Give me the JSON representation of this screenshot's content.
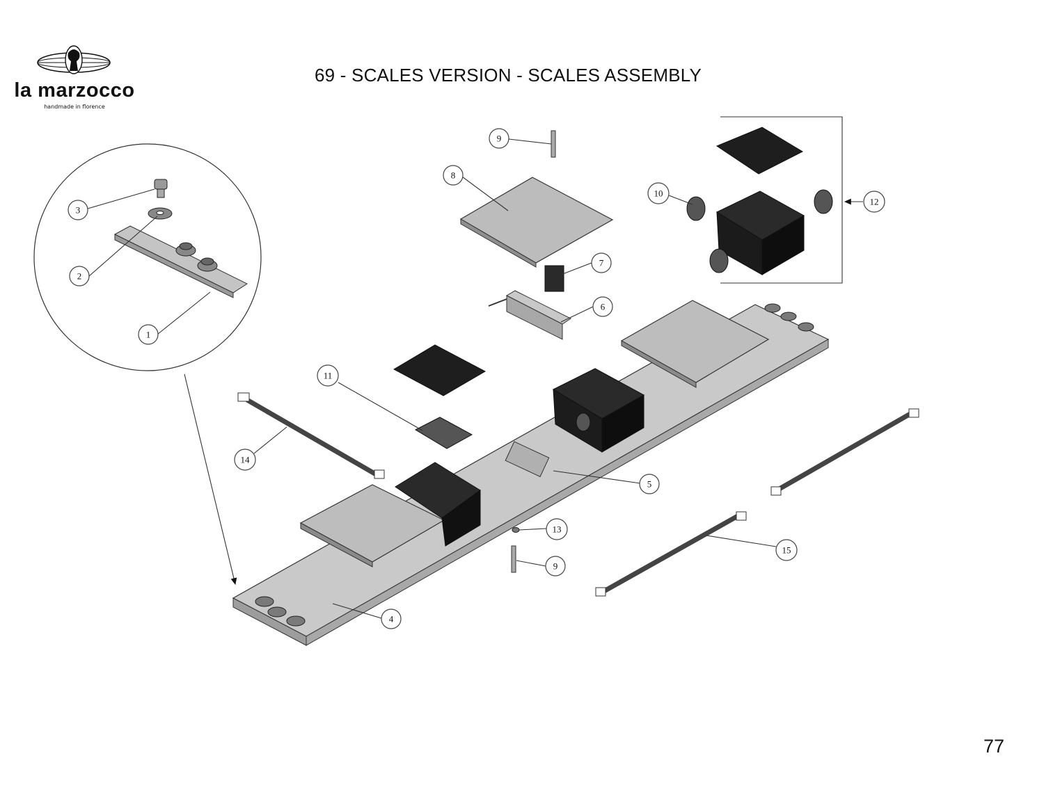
{
  "header": {
    "logo_text": "la marzocco",
    "logo_tagline": "handmade in florence",
    "title": "69 - SCALES VERSION - SCALES ASSEMBLY"
  },
  "footer": {
    "page_number": "77"
  },
  "callouts": {
    "c1": "1",
    "c2": "2",
    "c3": "3",
    "c4": "4",
    "c5": "5",
    "c6": "6",
    "c7": "7",
    "c8": "8",
    "c9a": "9",
    "c9b": "9",
    "c10": "10",
    "c11": "11",
    "c12": "12",
    "c13": "13",
    "c14": "14",
    "c15": "15"
  },
  "colors": {
    "part_fill": "#b8b8b8",
    "part_dark": "#1e1e1e",
    "outline": "#333333"
  }
}
